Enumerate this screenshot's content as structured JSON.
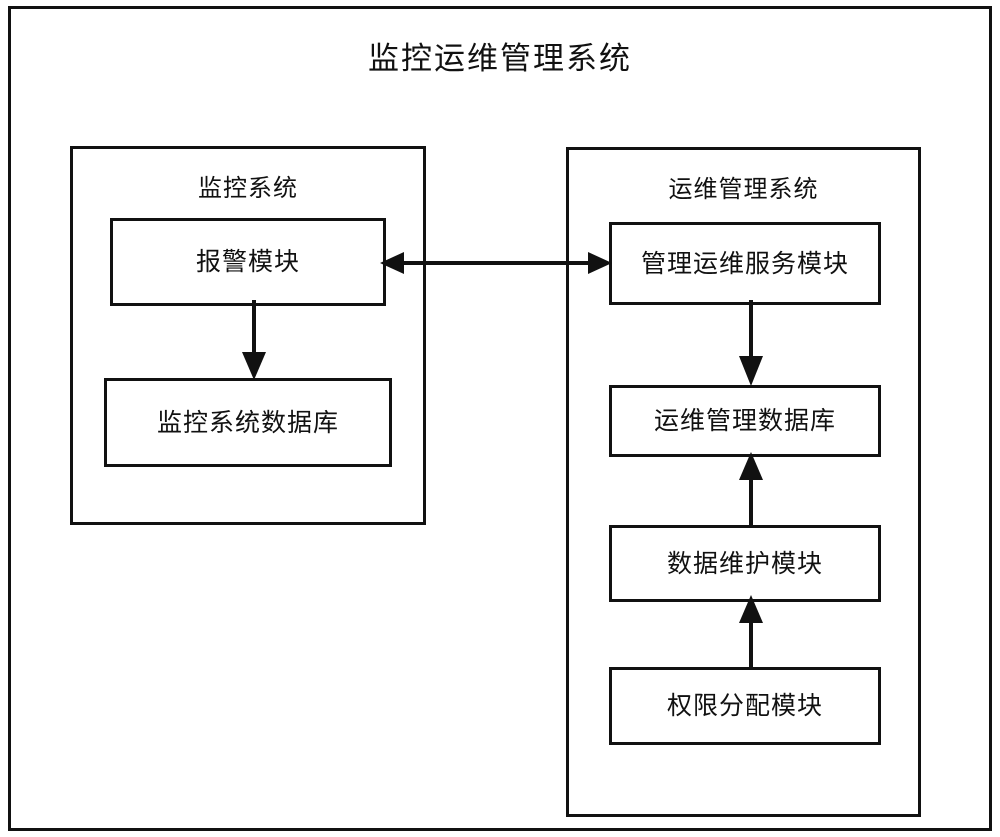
{
  "diagram": {
    "title": "监控运维管理系统",
    "type": "block-diagram",
    "line_color": "#111111",
    "background_color": "#ffffff"
  },
  "groups": [
    {
      "id": "monitor-system",
      "title": "监控系统",
      "modules": [
        {
          "id": "alarm-module",
          "label": "报警模块"
        },
        {
          "id": "monitor-system-database",
          "label": "监控系统数据库"
        }
      ]
    },
    {
      "id": "ops-management-system",
      "title": "运维管理系统",
      "modules": [
        {
          "id": "management-ops-service-module",
          "label": "管理运维服务模块"
        },
        {
          "id": "ops-management-database",
          "label": "运维管理数据库"
        },
        {
          "id": "data-maintenance-module",
          "label": "数据维护模块"
        },
        {
          "id": "permission-allocation-module",
          "label": "权限分配模块"
        }
      ]
    }
  ],
  "connectors": [
    {
      "id": "alarm-to-service",
      "from": "alarm-module",
      "to": "management-ops-service-module",
      "direction": "bidirectional",
      "orientation": "horizontal"
    },
    {
      "id": "alarm-to-monitor-db",
      "from": "alarm-module",
      "to": "monitor-system-database",
      "direction": "down",
      "orientation": "vertical"
    },
    {
      "id": "service-to-ops-db",
      "from": "management-ops-service-module",
      "to": "ops-management-database",
      "direction": "down",
      "orientation": "vertical"
    },
    {
      "id": "maintenance-to-ops-db",
      "from": "data-maintenance-module",
      "to": "ops-management-database",
      "direction": "up",
      "orientation": "vertical"
    },
    {
      "id": "permission-to-maintenance",
      "from": "permission-allocation-module",
      "to": "data-maintenance-module",
      "direction": "up",
      "orientation": "vertical"
    }
  ]
}
